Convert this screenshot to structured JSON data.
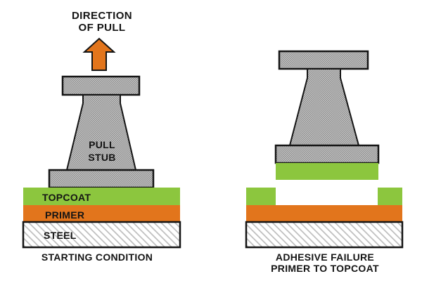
{
  "direction_label": {
    "line1": "DIRECTION",
    "line2": "OF PULL"
  },
  "pull_stub_label": {
    "line1": "PULL",
    "line2": "STUB"
  },
  "left_diagram": {
    "topcoat_label": "TOPCOAT",
    "primer_label": "PRIMER",
    "steel_label": "STEEL",
    "caption": "STARTING CONDITION"
  },
  "right_diagram": {
    "caption_line1": "ADHESIVE FAILURE",
    "caption_line2": "PRIMER TO TOPCOAT"
  },
  "colors": {
    "topcoat_green": "#8CC63E",
    "primer_orange": "#E2751C",
    "arrow_orange": "#E2751C",
    "stub_grey": "#C9C9C9",
    "stub_dot_grey": "#8B8B8B",
    "steel_hatch_grey": "#BDBDBD",
    "steel_background": "#FFFFFF",
    "outline_black": "#141414",
    "topcoat_label_color": "#EDF3D2",
    "primer_label_color": "#FAEADB",
    "background": "#FFFFFF"
  }
}
